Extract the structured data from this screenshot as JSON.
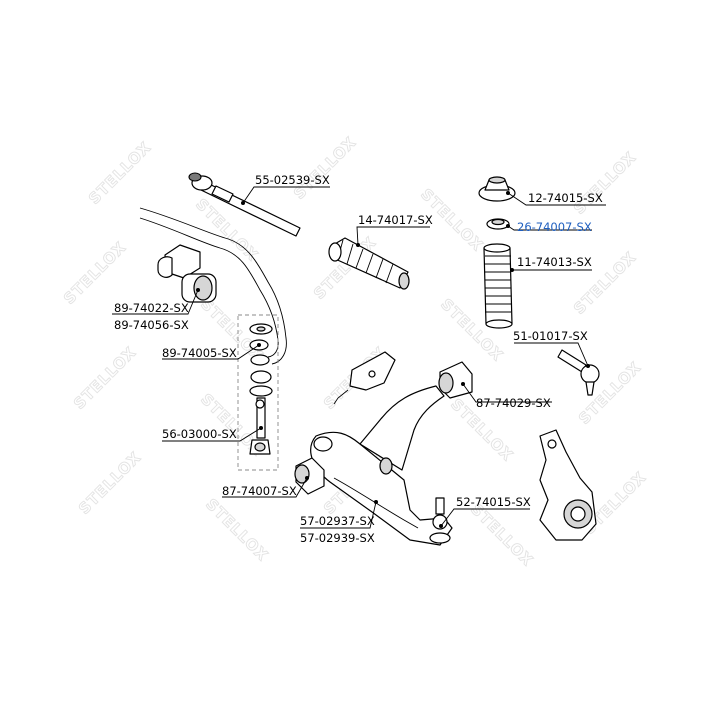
{
  "watermark": {
    "text": "STELLOX"
  },
  "parts": {
    "tie_rod": "55-02539-SX",
    "steering_boot": "14-74017-SX",
    "strut_mount": "12-74015-SX",
    "bearing": "26-74007-SX",
    "strut_boot": "11-74013-SX",
    "tie_rod_end": "51-01017-SX",
    "bushing_a": "89-74022-SX",
    "bushing_b": "89-74056-SX",
    "stab_bushing": "89-74005-SX",
    "stab_link": "56-03000-SX",
    "rear_bushing": "87-74029-SX",
    "front_bushing": "87-74007-SX",
    "ball_joint": "52-74015-SX",
    "arm_a": "57-02937-SX",
    "arm_b": "57-02939-SX"
  },
  "colors": {
    "highlight": "#1f5fbf",
    "line": "#000000",
    "watermark": "#e3e3e3"
  }
}
